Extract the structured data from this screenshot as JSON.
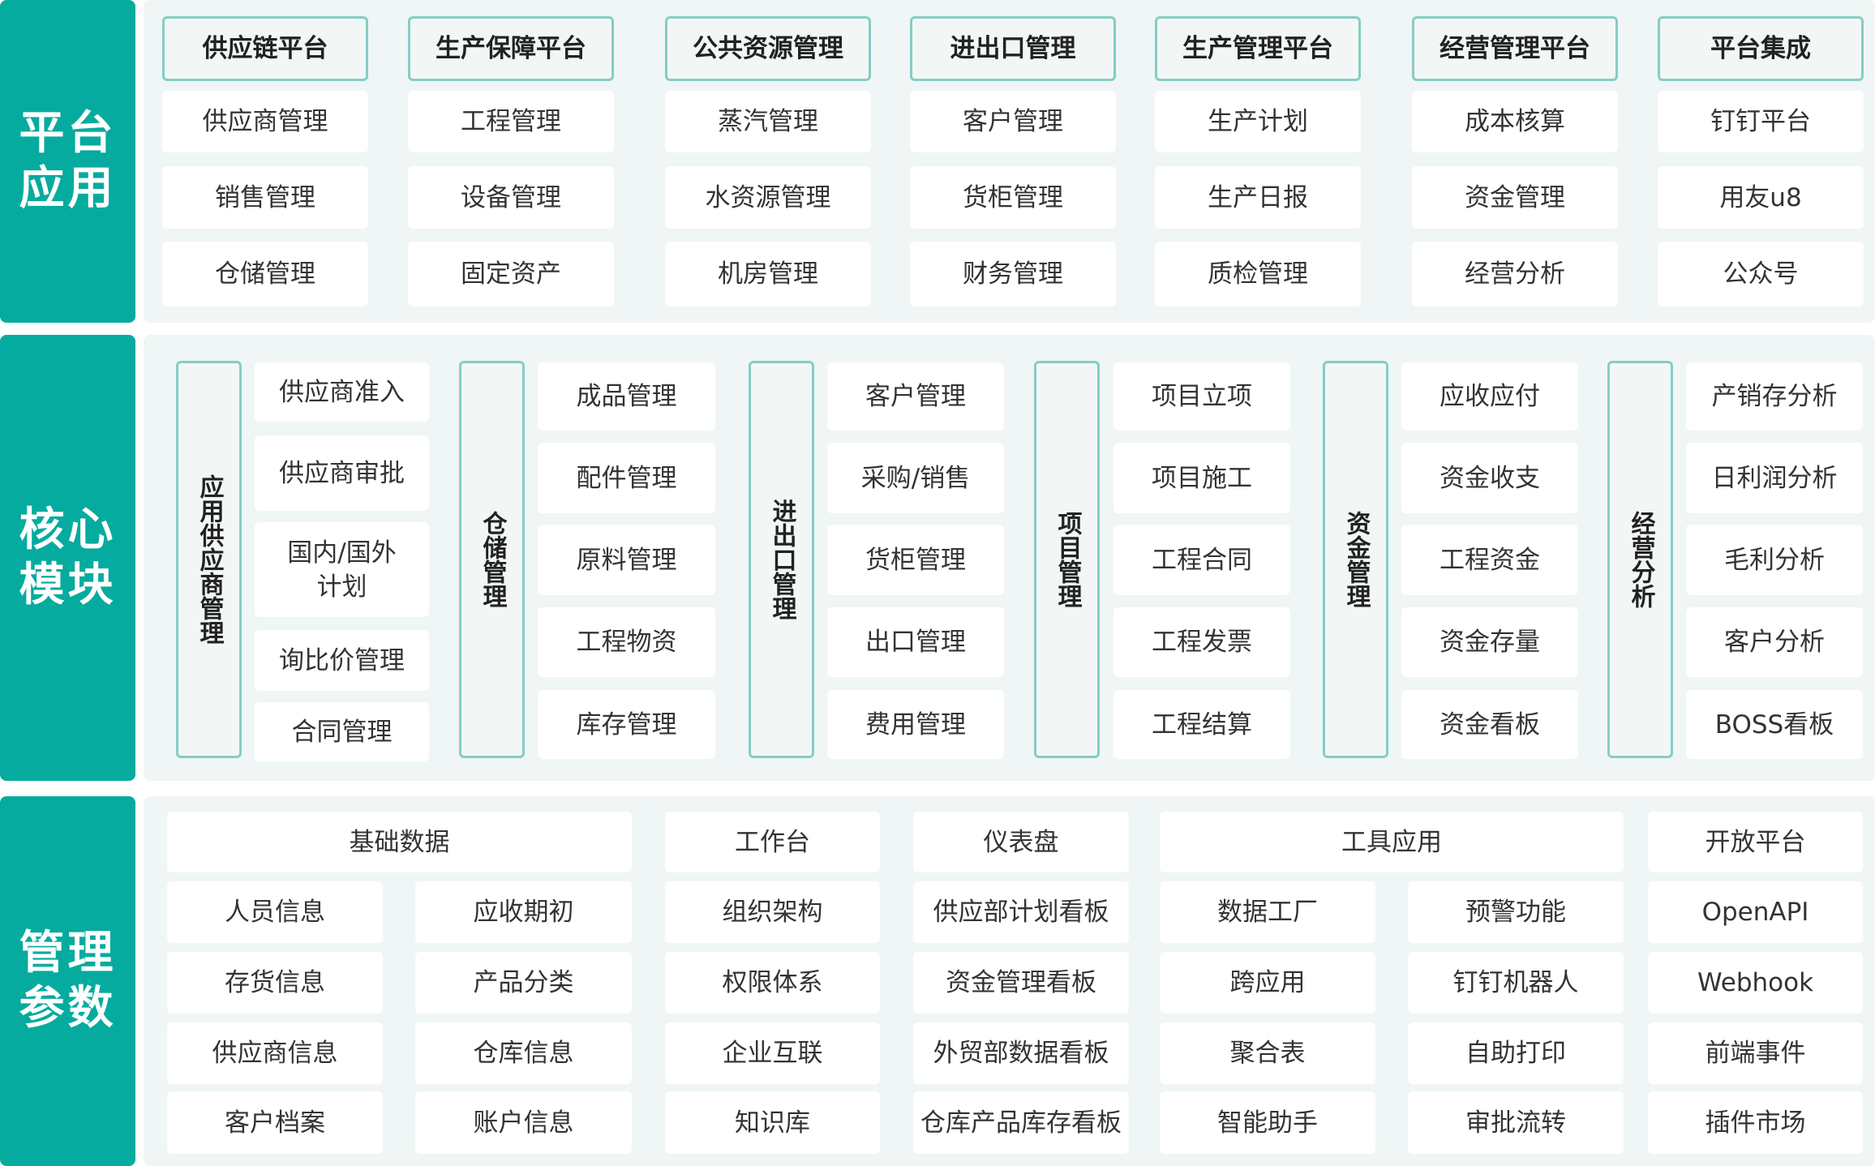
{
  "colors": {
    "accent": "#05ab9e",
    "panel": "#eff6f5",
    "border": "#86cdc5"
  },
  "sections": [
    {
      "label": "平台应用"
    },
    {
      "label": "核心模块"
    },
    {
      "label": "管理参数"
    }
  ],
  "platform": {
    "columns": [
      {
        "header": "供应链平台",
        "items": [
          "供应商管理",
          "销售管理",
          "仓储管理"
        ]
      },
      {
        "header": "生产保障平台",
        "items": [
          "工程管理",
          "设备管理",
          "固定资产"
        ]
      },
      {
        "header": "公共资源管理",
        "items": [
          "蒸汽管理",
          "水资源管理",
          "机房管理"
        ]
      },
      {
        "header": "进出口管理",
        "items": [
          "客户管理",
          "货柜管理",
          "财务管理"
        ]
      },
      {
        "header": "生产管理平台",
        "items": [
          "生产计划",
          "生产日报",
          "质检管理"
        ]
      },
      {
        "header": "经营管理平台",
        "items": [
          "成本核算",
          "资金管理",
          "经营分析"
        ]
      },
      {
        "header": "平台集成",
        "items": [
          "钉钉平台",
          "用友u8",
          "公众号"
        ]
      }
    ]
  },
  "core": {
    "groups": [
      {
        "label": "应用供应商管理",
        "items": [
          "供应商准入",
          "供应商审批",
          "国内/国外\n计划",
          "询比价管理",
          "合同管理"
        ]
      },
      {
        "label": "仓储管理",
        "items": [
          "成品管理",
          "配件管理",
          "原料管理",
          "工程物资",
          "库存管理"
        ]
      },
      {
        "label": "进出口管理",
        "items": [
          "客户管理",
          "采购/销售",
          "货柜管理",
          "出口管理",
          "费用管理"
        ]
      },
      {
        "label": "项目管理",
        "items": [
          "项目立项",
          "项目施工",
          "工程合同",
          "工程发票",
          "工程结算"
        ]
      },
      {
        "label": "资金管理",
        "items": [
          "应收应付",
          "资金收支",
          "工程资金",
          "资金存量",
          "资金看板"
        ]
      },
      {
        "label": "经营分析",
        "items": [
          "产销存分析",
          "日利润分析",
          "毛利分析",
          "客户分析",
          "BOSS看板"
        ]
      }
    ]
  },
  "params": {
    "groups": [
      {
        "header": "基础数据",
        "columns": [
          [
            "人员信息",
            "存货信息",
            "供应商信息",
            "客户档案"
          ],
          [
            "应收期初",
            "产品分类",
            "仓库信息",
            "账户信息"
          ]
        ]
      },
      {
        "header": "工作台",
        "columns": [
          [
            "组织架构",
            "权限体系",
            "企业互联",
            "知识库"
          ]
        ]
      },
      {
        "header": "仪表盘",
        "columns": [
          [
            "供应部计划看板",
            "资金管理看板",
            "外贸部数据看板",
            "仓库产品库存看板"
          ]
        ]
      },
      {
        "header": "工具应用",
        "columns": [
          [
            "数据工厂",
            "跨应用",
            "聚合表",
            "智能助手"
          ],
          [
            "预警功能",
            "钉钉机器人",
            "自助打印",
            "审批流转"
          ]
        ]
      },
      {
        "header": "开放平台",
        "columns": [
          [
            "OpenAPI",
            "Webhook",
            "前端事件",
            "插件市场"
          ]
        ]
      }
    ]
  }
}
